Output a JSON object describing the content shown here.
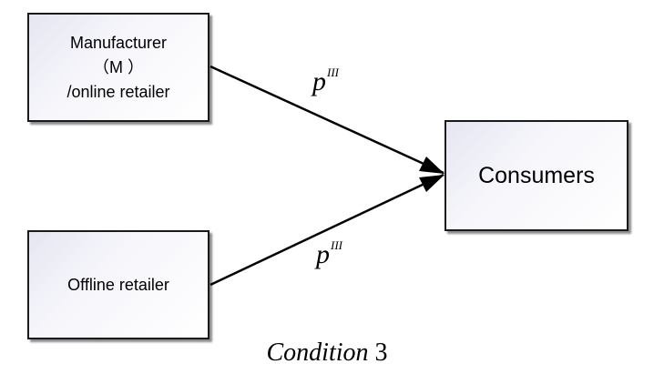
{
  "nodes": {
    "manufacturer": {
      "line1": "Manufacturer",
      "line2": "（M ）",
      "line3": "/online retailer"
    },
    "offline": {
      "label": "Offline retailer"
    },
    "consumers": {
      "label": "Consumers"
    }
  },
  "edges": {
    "top": {
      "symbol": "p",
      "superscript": "III"
    },
    "bottom": {
      "symbol": "p",
      "superscript": "III"
    }
  },
  "caption": {
    "word": "Condition",
    "number": "3"
  }
}
